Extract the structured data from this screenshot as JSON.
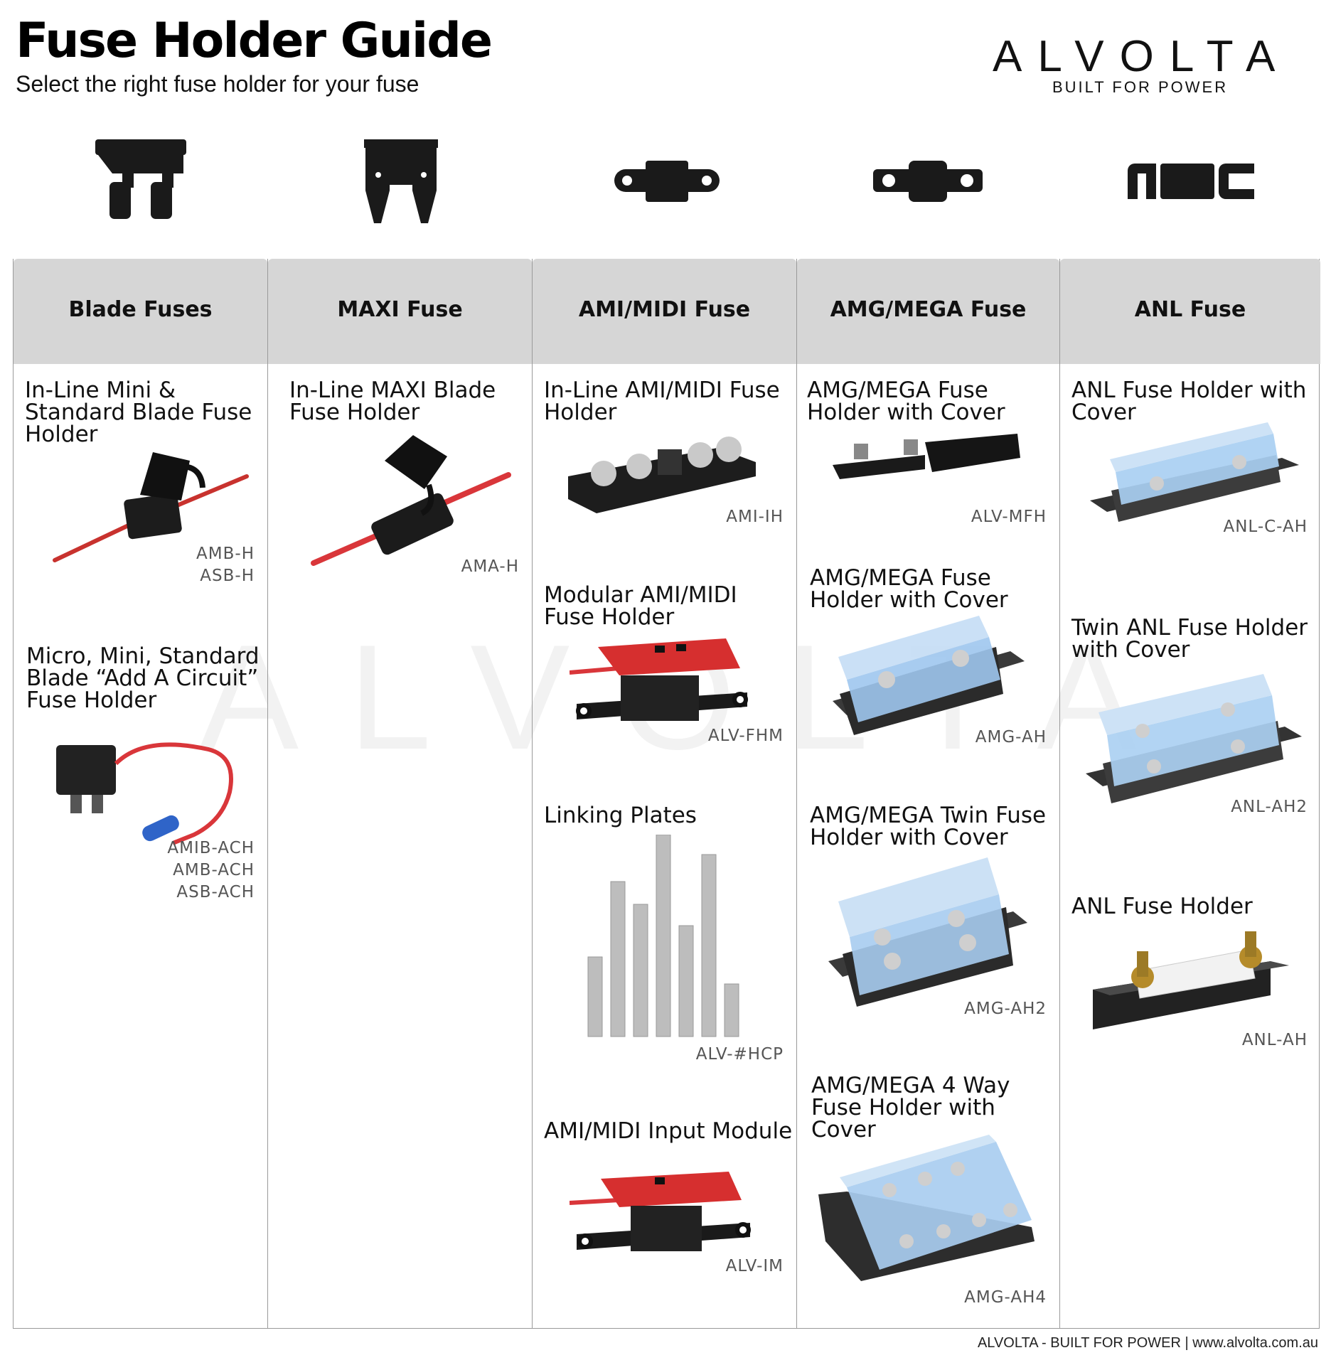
{
  "header": {
    "title": "Fuse Holder Guide",
    "subtitle": "Select the right fuse holder for your fuse"
  },
  "brand": {
    "name": "ALVOLTA",
    "tagline": "BUILT FOR POWER",
    "accent": "#d83a3a"
  },
  "fuse_icons": [
    "blade-fuse-icon",
    "maxi-fuse-icon",
    "ami-midi-fuse-icon",
    "amg-mega-fuse-icon",
    "anl-fuse-icon"
  ],
  "columns": [
    {
      "heading": "Blade Fuses",
      "items": [
        {
          "title": "In-Line Mini & Standard Blade Fuse Holder",
          "codes": "AMB-H\nASB-H"
        },
        {
          "title": "Micro, Mini, Standard Blade “Add A Circuit” Fuse Holder",
          "codes": "AMIB-ACH\nAMB-ACH\nASB-ACH"
        }
      ]
    },
    {
      "heading": "MAXI Fuse",
      "items": [
        {
          "title": "In-Line MAXI Blade Fuse Holder",
          "codes": "AMA-H"
        }
      ]
    },
    {
      "heading": "AMI/MIDI Fuse",
      "items": [
        {
          "title": "In-Line AMI/MIDI Fuse Holder",
          "codes": "AMI-IH"
        },
        {
          "title": "Modular AMI/MIDI Fuse Holder",
          "codes": "ALV-FHM"
        },
        {
          "title": "Linking Plates",
          "codes": "ALV-#HCP"
        },
        {
          "title": "AMI/MIDI Input Module",
          "codes": "ALV-IM"
        }
      ]
    },
    {
      "heading": "AMG/MEGA Fuse",
      "items": [
        {
          "title": "AMG/MEGA Fuse Holder with Cover",
          "codes": "ALV-MFH"
        },
        {
          "title": "AMG/MEGA Fuse Holder with Cover",
          "codes": "AMG-AH"
        },
        {
          "title": "AMG/MEGA Twin Fuse Holder with Cover",
          "codes": "AMG-AH2"
        },
        {
          "title": "AMG/MEGA 4 Way Fuse Holder with Cover",
          "codes": "AMG-AH4"
        }
      ]
    },
    {
      "heading": "ANL Fuse",
      "items": [
        {
          "title": "ANL Fuse Holder with Cover",
          "codes": "ANL-C-AH"
        },
        {
          "title": "Twin ANL Fuse Holder with Cover",
          "codes": "ANL-AH2"
        },
        {
          "title": "ANL Fuse Holder",
          "codes": "ANL-AH"
        }
      ]
    }
  ],
  "footer": "ALVOLTA - BUILT FOR POWER | www.alvolta.com.au"
}
